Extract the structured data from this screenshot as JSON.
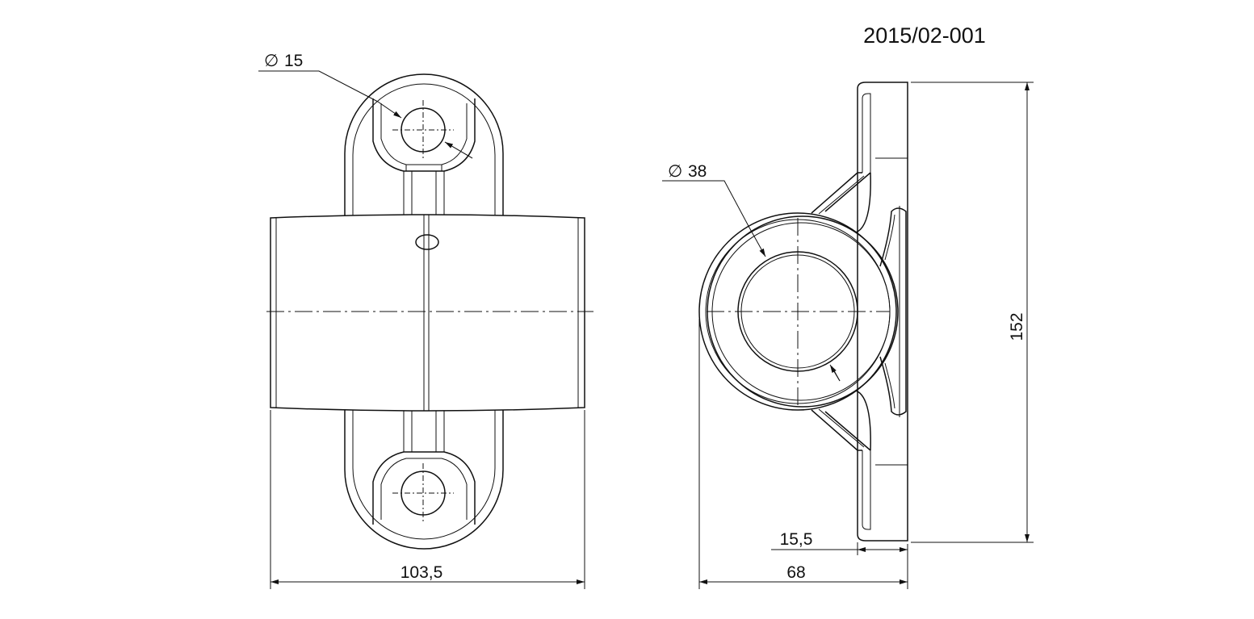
{
  "drawing_number": "2015/02-001",
  "dimensions": {
    "front_hole_diameter": "15",
    "front_width": "103,5",
    "side_bore_diameter": "38",
    "side_plate_thickness": "15,5",
    "side_depth": "68",
    "side_height": "152"
  },
  "symbols": {
    "diameter": "∅"
  }
}
